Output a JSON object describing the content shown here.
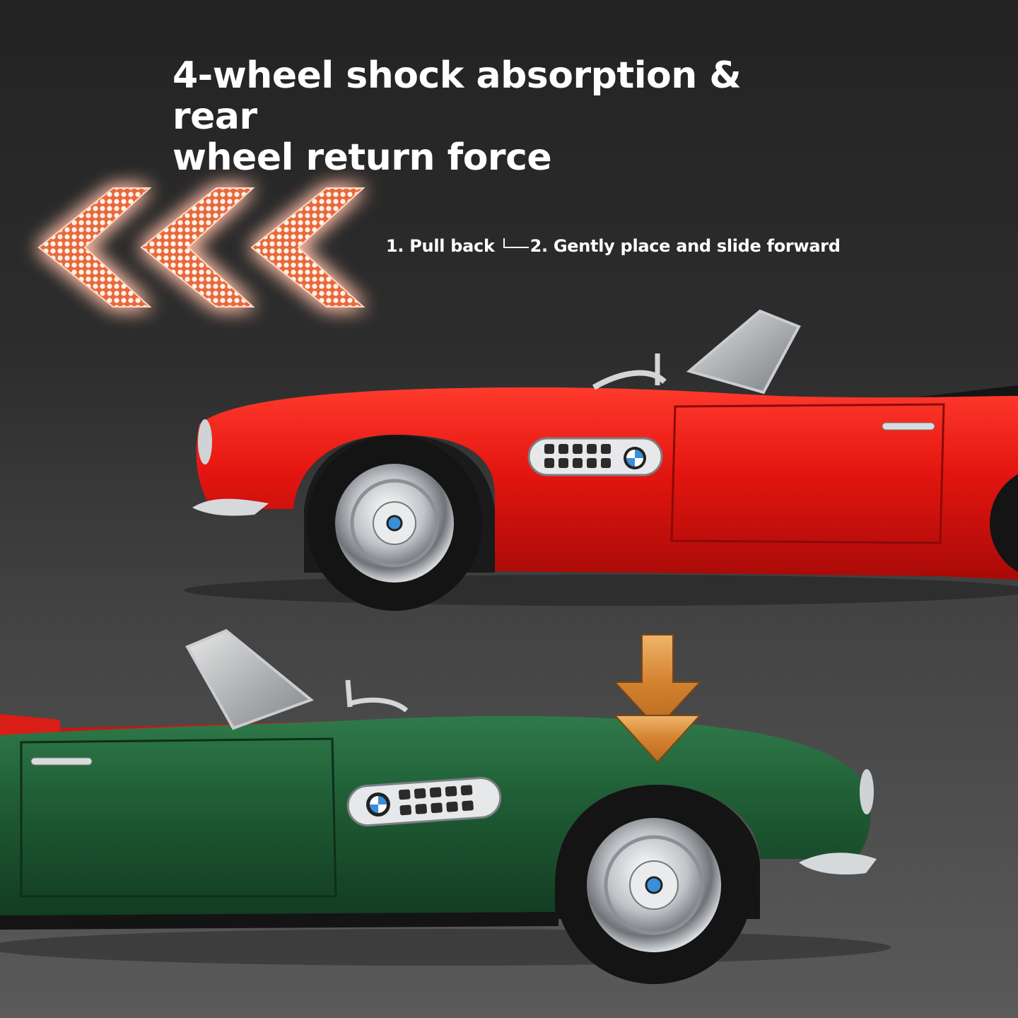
{
  "headline": {
    "line1": "4-wheel shock absorption & rear",
    "line2": "wheel return force"
  },
  "steps": {
    "step1": "1. Pull back",
    "step2": "2. Gently place and slide forward"
  },
  "icons": [
    "chevron-left-icon",
    "chevron-left-icon",
    "chevron-left-icon",
    "arrow-down-icon"
  ],
  "colors": {
    "background": "#2d2d2d",
    "chevron_glow": "#ff6a3d",
    "chevron_dots": "#fff1e0",
    "red_car": "#e3120f",
    "green_car": "#1f5a33",
    "arrow": "#d48a3a"
  }
}
